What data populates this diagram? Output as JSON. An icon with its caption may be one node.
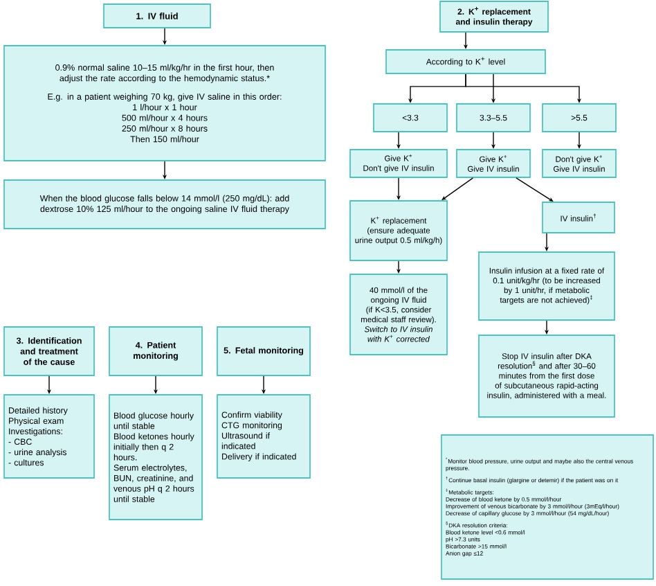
{
  "diagram": {
    "nodes": [
      {
        "text": [
          "1. IV fluid"
        ]
      },
      {
        "text": [
          "0.9% normal saline 10–15 ml/kg/hr in the first hour, then adjust the rate according to the hemodynamic status.*",
          "E.g. in a patient weighing 70 kg, give IV saline in this order:",
          "1 l/hour x 1 hour",
          "500 ml/hour x 4 hours",
          "250 ml/hour x 8 hours",
          "Then 150 ml/hour"
        ]
      },
      {
        "text": [
          "When the blood glucose falls below 14 mmol/l (250 mg/dL): add dextrose 10% 125 ml/hour to the ongoing saline IV fluid therapy"
        ]
      },
      {
        "text": [
          "3. Identification and treatment of the cause"
        ]
      },
      {
        "text": [
          "4. Patient monitoring"
        ]
      },
      {
        "text": [
          "5. Fetal monitoring"
        ]
      },
      {
        "text": [
          "Detailed history",
          "Physical exam",
          "Investigations:",
          "- CBC",
          "- urine analysis",
          "- cultures"
        ]
      },
      {
        "text": [
          "Blood glucose hourly until stable",
          "Blood ketones hourly initially then q 2 hours.",
          "Serum electrolytes, BUN, creatinine, and venous pH q 2 hours until stable"
        ]
      },
      {
        "text": [
          "Confirm viability",
          "CTG monitoring",
          "Ultrasound if indicated",
          "Delivery if indicated"
        ]
      },
      {
        "text": [
          "2. K$^{+}$ replacement and insulin therapy"
        ]
      },
      {
        "text": [
          "According to K$^{+}$ level"
        ]
      },
      {
        "text": [
          "<3.3"
        ]
      },
      {
        "text": [
          "3.3–5.5"
        ]
      },
      {
        "text": [
          ">5.5"
        ]
      },
      {
        "text": [
          "Give K$^{+}$",
          "Don't give IV insulin"
        ]
      },
      {
        "text": [
          "Give K$^{+}$",
          "Give IV insulin"
        ]
      },
      {
        "text": [
          "Don't give K$^{+}$",
          "Give IV insulin"
        ]
      },
      {
        "text": [
          "K$^{+}$ replacement (ensure adequate urine output 0.5 ml/kg/h)"
        ]
      },
      {
        "text": [
          "40 mmol/l of the ongoing IV fluid (if K<3.5, consider medical staff review). *Switch to IV insulin with K$^{+}$ corrected*"
        ]
      },
      {
        "text": [
          "IV insulin$^{†}$"
        ]
      },
      {
        "text": [
          "Insulin infusion at a fixed rate of 0.1 unit/kg/hr (to be increased by 1 unit/hr, if metabolic targets are not achieved)$^{‡}$"
        ]
      },
      {
        "text": [
          "Stop IV insulin after DKA resolution$^{§}$ and after 30–60 minutes from the first dose of subcutaneous rapid-acting insulin, administered with a meal."
        ]
      },
      {
        "text": [
          "$^{*}$Monitor blood pressure, urine output and maybe also the central venous pressure.",
          "$^{†}$Continue basal insulin (glargine or detemir) if the patient was on it",
          "$^{‡}$Metabolic targets:",
          "Decrease of blood ketone by 0.5 mmol/l/hour",
          "Improvement of venous bicarbonate by 3 mmol/l/hour (3mEq/l/hour)",
          "Decrease of capillary glucose by 3 mmol/l/hour (54 mg/dL/hour)",
          "$^{§}$DKA resolution criteria:",
          "Blood ketone level <0.6 mmol/l",
          "pH >7.3 units",
          "Bicarbonate >15 mmol/l",
          "Anion gap ≤12"
        ]
      }
    ],
    "edges": [
      {
        "from": 0,
        "to": 1,
        "arrow": "to"
      },
      {
        "from": 1,
        "to": 2,
        "arrow": "to"
      },
      {
        "from": 3,
        "to": 6,
        "arrow": "to"
      },
      {
        "from": 4,
        "to": 7,
        "arrow": "to"
      },
      {
        "from": 5,
        "to": 8,
        "arrow": "to"
      },
      {
        "from": 9,
        "to": 10,
        "arrow": "to"
      },
      {
        "from": 10,
        "to": 11,
        "arrow": "to"
      },
      {
        "from": 10,
        "to": 12,
        "arrow": "to"
      },
      {
        "from": 10,
        "to": 13,
        "arrow": "to"
      },
      {
        "from": 11,
        "to": 14,
        "arrow": "to"
      },
      {
        "from": 12,
        "to": 15,
        "arrow": "to"
      },
      {
        "from": 13,
        "to": 16,
        "arrow": "to"
      },
      {
        "from": 14,
        "to": 17,
        "arrow": "to"
      },
      {
        "from": 15,
        "to": 17,
        "arrow": "to"
      },
      {
        "from": 15,
        "to": 19,
        "arrow": "to"
      },
      {
        "from": 17,
        "to": 18,
        "arrow": "to"
      },
      {
        "from": 19,
        "to": 20,
        "arrow": "to"
      },
      {
        "from": 20,
        "to": 21,
        "arrow": "to"
      }
    ]
  }
}
